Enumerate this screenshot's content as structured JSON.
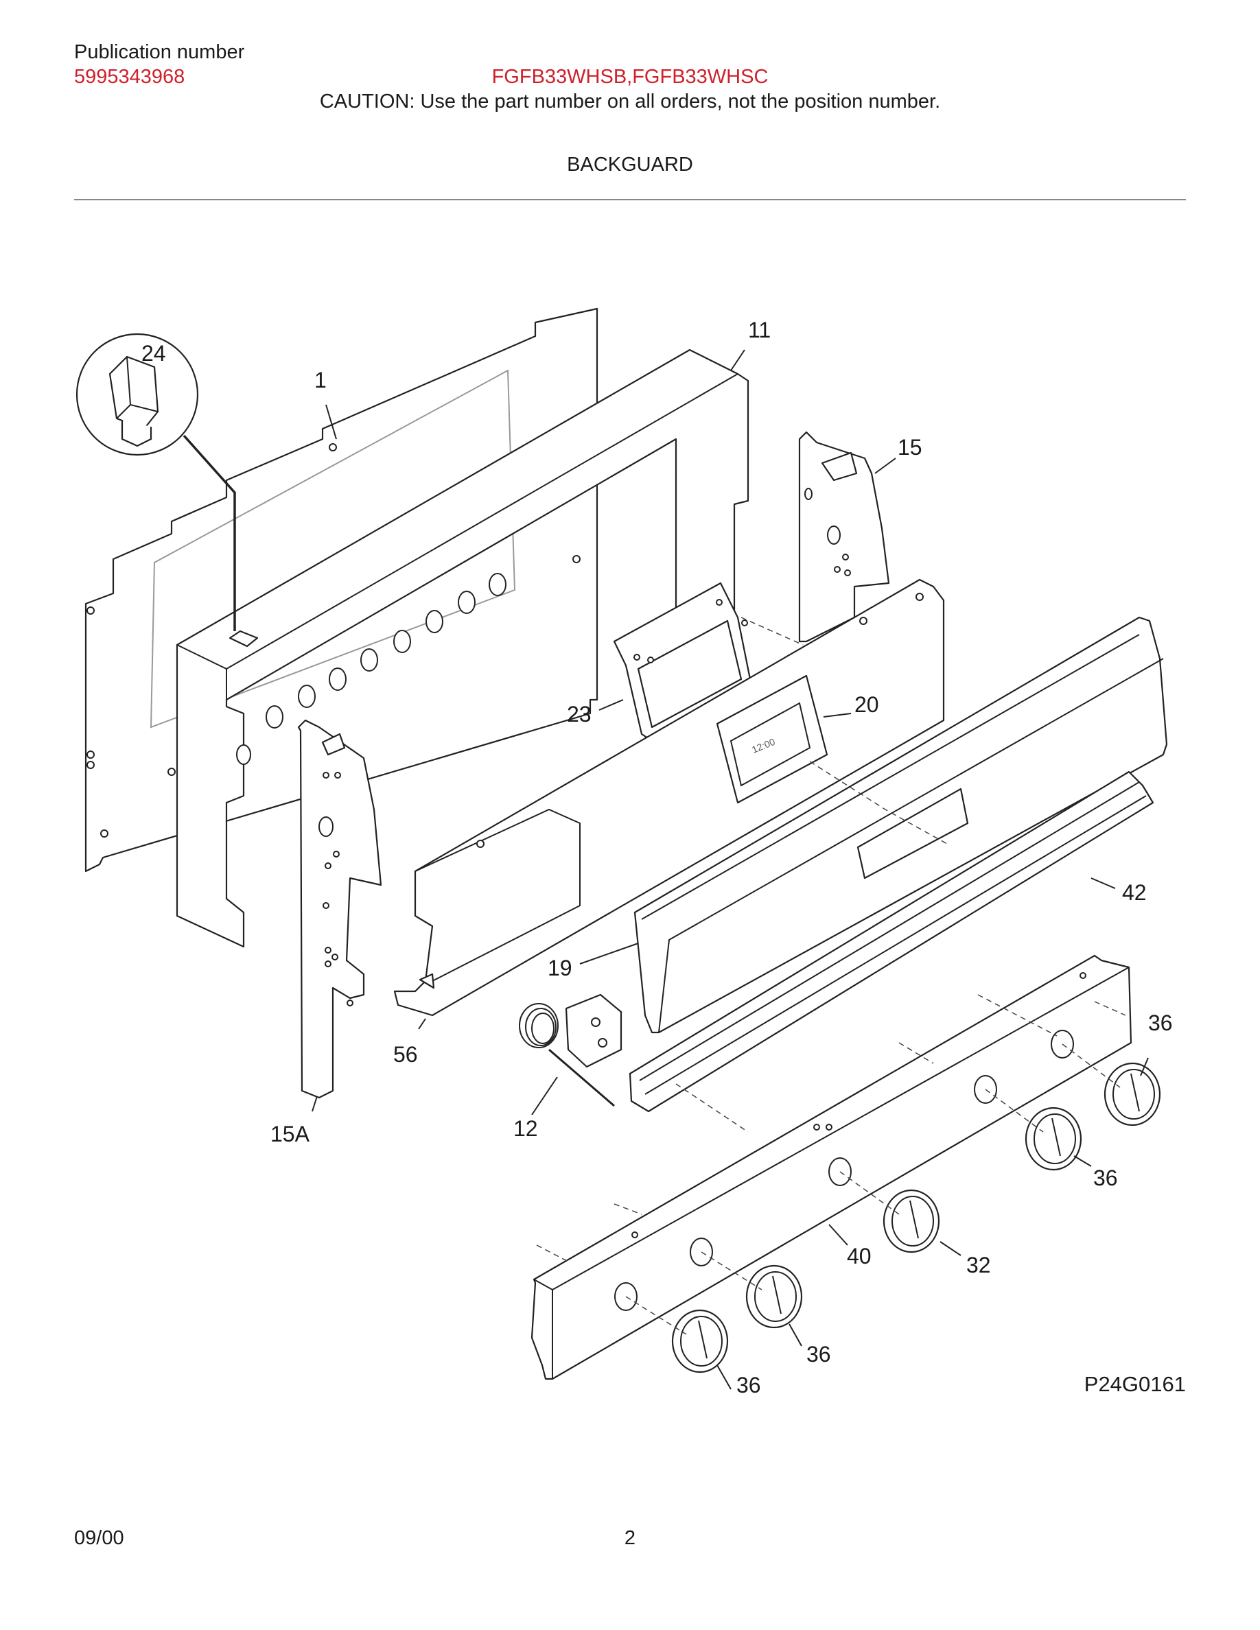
{
  "header": {
    "publication_label": "Publication number",
    "publication_number": "5995343968",
    "models": "FGFB33WHSB,FGFB33WHSC",
    "caution": "CAUTION:  Use the part number on all orders, not the position number.",
    "section_title": "BACKGUARD"
  },
  "colors": {
    "accent_red": "#d0202a",
    "line": "#222222",
    "rule": "#888888"
  },
  "callouts": {
    "c24": "24",
    "c1": "1",
    "c11": "11",
    "c15": "15",
    "c23": "23",
    "c20": "20",
    "c42": "42",
    "c19": "19",
    "c56": "56",
    "c15a": "15A",
    "c12": "12",
    "c36a": "36",
    "c36b": "36",
    "c36c": "36",
    "c36d": "36",
    "c32": "32",
    "c40": "40"
  },
  "clock_display": "12:00",
  "figure_code": "P24G0161",
  "footer": {
    "date": "09/00",
    "page": "2"
  }
}
